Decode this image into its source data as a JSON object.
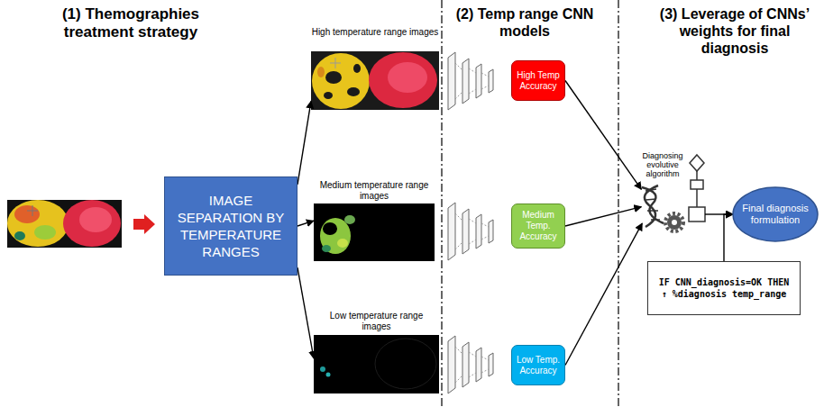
{
  "diagram": {
    "nodes": [
      {
        "text": [
          "IMAGE SEPARATION BY TEMPERATURE RANGES"
        ]
      },
      {
        "text": [
          "High temperature range images"
        ]
      },
      {
        "text": [
          "Medium temperature range images"
        ]
      },
      {
        "text": [
          "Low temperature range images"
        ]
      },
      {
        "text": [
          "High Temp Accuracy"
        ]
      },
      {
        "text": [
          "Medium Temp. Accuracy"
        ]
      },
      {
        "text": [
          "Low Temp. Accuracy"
        ]
      },
      {
        "text": [
          "Diagnosing evolutive algorithm"
        ]
      },
      {
        "text": [
          "Final diagnosis formulation"
        ]
      },
      {
        "text": [
          "IF CNN_diagnosis=OK THEN ↑ %diagnosis temp_range"
        ]
      }
    ],
    "edges": [
      {
        "from": 0,
        "to": 1,
        "arrow": "to"
      },
      {
        "from": 0,
        "to": 2,
        "arrow": "to"
      },
      {
        "from": 0,
        "to": 3,
        "arrow": "to"
      },
      {
        "from": 4,
        "to": 7,
        "arrow": "to"
      },
      {
        "from": 5,
        "to": 7,
        "arrow": "to"
      },
      {
        "from": 6,
        "to": 7,
        "arrow": "to"
      },
      {
        "from": 7,
        "to": 8,
        "arrow": "to"
      },
      {
        "from": 9,
        "to": 8,
        "arrow": "to"
      }
    ],
    "labels": [
      "(1) Themographies treatment strategy",
      "(2) Temp range CNN models",
      "(3) Leverage of CNNs’ weights for final diagnosis"
    ]
  }
}
